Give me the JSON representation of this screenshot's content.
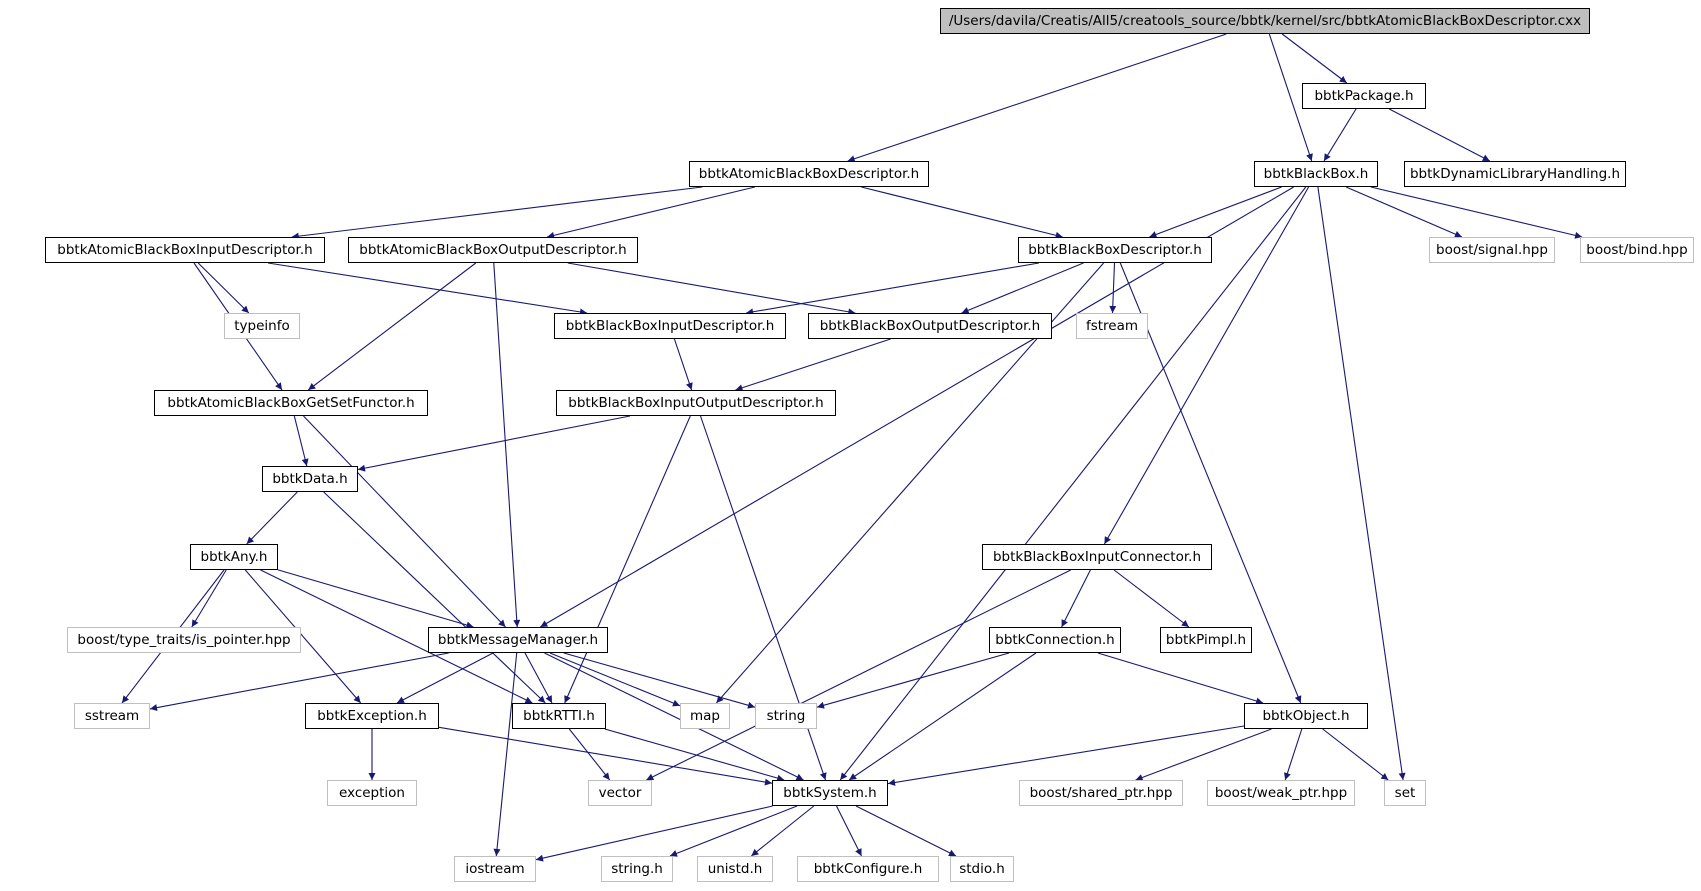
{
  "colors": {
    "edge": "#191970",
    "local_border": "#000000",
    "system_border": "#bfbfbf",
    "root_fill": "#bfbfbf"
  },
  "nodes": [
    {
      "id": "root",
      "label": "/Users/davila/Creatis/All5/creatools_source/bbtk/kernel/src/bbtkAtomicBlackBoxDescriptor.cxx",
      "kind": "root"
    },
    {
      "id": "package",
      "label": "bbtkPackage.h",
      "kind": "local"
    },
    {
      "id": "atomic_desc",
      "label": "bbtkAtomicBlackBoxDescriptor.h",
      "kind": "local"
    },
    {
      "id": "blackbox",
      "label": "bbtkBlackBox.h",
      "kind": "local"
    },
    {
      "id": "dynlib",
      "label": "bbtkDynamicLibraryHandling.h",
      "kind": "local"
    },
    {
      "id": "atomic_in",
      "label": "bbtkAtomicBlackBoxInputDescriptor.h",
      "kind": "local"
    },
    {
      "id": "atomic_out",
      "label": "bbtkAtomicBlackBoxOutputDescriptor.h",
      "kind": "local"
    },
    {
      "id": "bb_desc",
      "label": "bbtkBlackBoxDescriptor.h",
      "kind": "local"
    },
    {
      "id": "boost_signal",
      "label": "boost/signal.hpp",
      "kind": "system"
    },
    {
      "id": "boost_bind",
      "label": "boost/bind.hpp",
      "kind": "system"
    },
    {
      "id": "typeinfo",
      "label": "typeinfo",
      "kind": "system"
    },
    {
      "id": "bb_in",
      "label": "bbtkBlackBoxInputDescriptor.h",
      "kind": "local"
    },
    {
      "id": "bb_out",
      "label": "bbtkBlackBoxOutputDescriptor.h",
      "kind": "local"
    },
    {
      "id": "fstream",
      "label": "fstream",
      "kind": "system"
    },
    {
      "id": "getset",
      "label": "bbtkAtomicBlackBoxGetSetFunctor.h",
      "kind": "local"
    },
    {
      "id": "bb_inout",
      "label": "bbtkBlackBoxInputOutputDescriptor.h",
      "kind": "local"
    },
    {
      "id": "data",
      "label": "bbtkData.h",
      "kind": "local"
    },
    {
      "id": "any",
      "label": "bbtkAny.h",
      "kind": "local"
    },
    {
      "id": "in_conn",
      "label": "bbtkBlackBoxInputConnector.h",
      "kind": "local"
    },
    {
      "id": "is_pointer",
      "label": "boost/type_traits/is_pointer.hpp",
      "kind": "system"
    },
    {
      "id": "msgmgr",
      "label": "bbtkMessageManager.h",
      "kind": "local"
    },
    {
      "id": "connection",
      "label": "bbtkConnection.h",
      "kind": "local"
    },
    {
      "id": "pimpl",
      "label": "bbtkPimpl.h",
      "kind": "local"
    },
    {
      "id": "sstream",
      "label": "sstream",
      "kind": "system"
    },
    {
      "id": "exception_h",
      "label": "bbtkException.h",
      "kind": "local"
    },
    {
      "id": "rtti",
      "label": "bbtkRTTI.h",
      "kind": "local"
    },
    {
      "id": "map",
      "label": "map",
      "kind": "system"
    },
    {
      "id": "string",
      "label": "string",
      "kind": "system"
    },
    {
      "id": "object",
      "label": "bbtkObject.h",
      "kind": "local"
    },
    {
      "id": "exception",
      "label": "exception",
      "kind": "system"
    },
    {
      "id": "vector",
      "label": "vector",
      "kind": "system"
    },
    {
      "id": "system",
      "label": "bbtkSystem.h",
      "kind": "local"
    },
    {
      "id": "shared_ptr",
      "label": "boost/shared_ptr.hpp",
      "kind": "system"
    },
    {
      "id": "weak_ptr",
      "label": "boost/weak_ptr.hpp",
      "kind": "system"
    },
    {
      "id": "set",
      "label": "set",
      "kind": "system"
    },
    {
      "id": "iostream",
      "label": "iostream",
      "kind": "system"
    },
    {
      "id": "string_h",
      "label": "string.h",
      "kind": "system"
    },
    {
      "id": "unistd",
      "label": "unistd.h",
      "kind": "system"
    },
    {
      "id": "configure",
      "label": "bbtkConfigure.h",
      "kind": "system"
    },
    {
      "id": "stdio",
      "label": "stdio.h",
      "kind": "system"
    }
  ],
  "edges": [
    [
      "root",
      "atomic_desc"
    ],
    [
      "root",
      "package"
    ],
    [
      "root",
      "blackbox"
    ],
    [
      "package",
      "blackbox"
    ],
    [
      "package",
      "dynlib"
    ],
    [
      "atomic_desc",
      "atomic_in"
    ],
    [
      "atomic_desc",
      "atomic_out"
    ],
    [
      "atomic_desc",
      "bb_desc"
    ],
    [
      "blackbox",
      "bb_desc"
    ],
    [
      "blackbox",
      "msgmgr"
    ],
    [
      "blackbox",
      "boost_signal"
    ],
    [
      "blackbox",
      "boost_bind"
    ],
    [
      "blackbox",
      "in_conn"
    ],
    [
      "blackbox",
      "system"
    ],
    [
      "blackbox",
      "set"
    ],
    [
      "atomic_in",
      "typeinfo"
    ],
    [
      "atomic_in",
      "getset"
    ],
    [
      "atomic_in",
      "bb_in"
    ],
    [
      "atomic_out",
      "getset"
    ],
    [
      "atomic_out",
      "msgmgr"
    ],
    [
      "atomic_out",
      "bb_out"
    ],
    [
      "bb_desc",
      "bb_in"
    ],
    [
      "bb_desc",
      "bb_out"
    ],
    [
      "bb_desc",
      "fstream"
    ],
    [
      "bb_desc",
      "map"
    ],
    [
      "bb_desc",
      "object"
    ],
    [
      "bb_in",
      "bb_inout"
    ],
    [
      "bb_out",
      "bb_inout"
    ],
    [
      "getset",
      "data"
    ],
    [
      "getset",
      "msgmgr"
    ],
    [
      "bb_inout",
      "data"
    ],
    [
      "bb_inout",
      "rtti"
    ],
    [
      "bb_inout",
      "system"
    ],
    [
      "data",
      "any"
    ],
    [
      "data",
      "rtti"
    ],
    [
      "any",
      "is_pointer"
    ],
    [
      "any",
      "msgmgr"
    ],
    [
      "any",
      "sstream"
    ],
    [
      "any",
      "exception_h"
    ],
    [
      "any",
      "rtti"
    ],
    [
      "in_conn",
      "connection"
    ],
    [
      "in_conn",
      "pimpl"
    ],
    [
      "in_conn",
      "vector"
    ],
    [
      "msgmgr",
      "exception_h"
    ],
    [
      "msgmgr",
      "rtti"
    ],
    [
      "msgmgr",
      "map"
    ],
    [
      "msgmgr",
      "string"
    ],
    [
      "msgmgr",
      "sstream"
    ],
    [
      "msgmgr",
      "system"
    ],
    [
      "msgmgr",
      "iostream"
    ],
    [
      "connection",
      "string"
    ],
    [
      "connection",
      "system"
    ],
    [
      "connection",
      "object"
    ],
    [
      "exception_h",
      "exception"
    ],
    [
      "exception_h",
      "system"
    ],
    [
      "rtti",
      "vector"
    ],
    [
      "rtti",
      "system"
    ],
    [
      "object",
      "system"
    ],
    [
      "object",
      "shared_ptr"
    ],
    [
      "object",
      "weak_ptr"
    ],
    [
      "object",
      "set"
    ],
    [
      "system",
      "iostream"
    ],
    [
      "system",
      "string_h"
    ],
    [
      "system",
      "unistd"
    ],
    [
      "system",
      "configure"
    ],
    [
      "system",
      "stdio"
    ]
  ]
}
